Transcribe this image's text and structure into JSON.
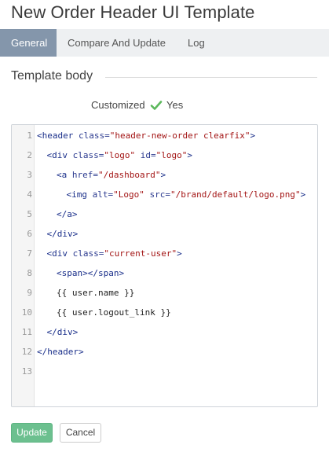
{
  "page": {
    "title": "New Order Header UI Template"
  },
  "tabs": [
    {
      "label": "General",
      "active": true
    },
    {
      "label": "Compare And Update",
      "active": false
    },
    {
      "label": "Log",
      "active": false
    }
  ],
  "section": {
    "title": "Template body"
  },
  "status": {
    "label": "Customized",
    "value": "Yes",
    "icon": "check-icon",
    "icon_color": "#5cb85c"
  },
  "editor": {
    "lines": [
      {
        "num": "1",
        "indent": 0,
        "tokens": [
          {
            "t": "tag",
            "v": "<header "
          },
          {
            "t": "attr",
            "v": "class="
          },
          {
            "t": "val",
            "v": "\"header-new-order clearfix\""
          },
          {
            "t": "tag",
            "v": ">"
          }
        ]
      },
      {
        "num": "2",
        "indent": 1,
        "tokens": [
          {
            "t": "tag",
            "v": "<div "
          },
          {
            "t": "attr",
            "v": "class="
          },
          {
            "t": "val",
            "v": "\"logo\""
          },
          {
            "t": "attr",
            "v": " id="
          },
          {
            "t": "val",
            "v": "\"logo\""
          },
          {
            "t": "tag",
            "v": ">"
          }
        ]
      },
      {
        "num": "3",
        "indent": 2,
        "tokens": [
          {
            "t": "tag",
            "v": "<a "
          },
          {
            "t": "attr",
            "v": "href="
          },
          {
            "t": "val",
            "v": "\"/dashboard\""
          },
          {
            "t": "tag",
            "v": ">"
          }
        ]
      },
      {
        "num": "4",
        "indent": 3,
        "tokens": [
          {
            "t": "tag",
            "v": "<img "
          },
          {
            "t": "attr",
            "v": "alt="
          },
          {
            "t": "val",
            "v": "\"Logo\""
          },
          {
            "t": "attr",
            "v": " src="
          },
          {
            "t": "val",
            "v": "\"/brand/default/logo.png\""
          },
          {
            "t": "tag",
            "v": ">"
          }
        ]
      },
      {
        "num": "5",
        "indent": 2,
        "tokens": [
          {
            "t": "tag",
            "v": "</a>"
          }
        ]
      },
      {
        "num": "6",
        "indent": 1,
        "tokens": [
          {
            "t": "tag",
            "v": "</div>"
          }
        ]
      },
      {
        "num": "7",
        "indent": 1,
        "tokens": [
          {
            "t": "tag",
            "v": "<div "
          },
          {
            "t": "attr",
            "v": "class="
          },
          {
            "t": "val",
            "v": "\"current-user\""
          },
          {
            "t": "tag",
            "v": ">"
          }
        ]
      },
      {
        "num": "8",
        "indent": 2,
        "tokens": [
          {
            "t": "tag",
            "v": "<span></span>"
          }
        ]
      },
      {
        "num": "9",
        "indent": 2,
        "tokens": [
          {
            "t": "text",
            "v": "{{ user.name }}"
          }
        ]
      },
      {
        "num": "10",
        "indent": 2,
        "tokens": [
          {
            "t": "text",
            "v": "{{ user.logout_link }}"
          }
        ]
      },
      {
        "num": "11",
        "indent": 1,
        "tokens": [
          {
            "t": "tag",
            "v": "</div>"
          }
        ]
      },
      {
        "num": "12",
        "indent": 0,
        "tokens": [
          {
            "t": "tag",
            "v": "</header>"
          }
        ]
      },
      {
        "num": "13",
        "indent": 0,
        "tokens": []
      }
    ]
  },
  "buttons": {
    "update": "Update",
    "cancel": "Cancel"
  },
  "colors": {
    "tab_active_bg": "#8496ab",
    "update_button": "#6cc08f"
  }
}
